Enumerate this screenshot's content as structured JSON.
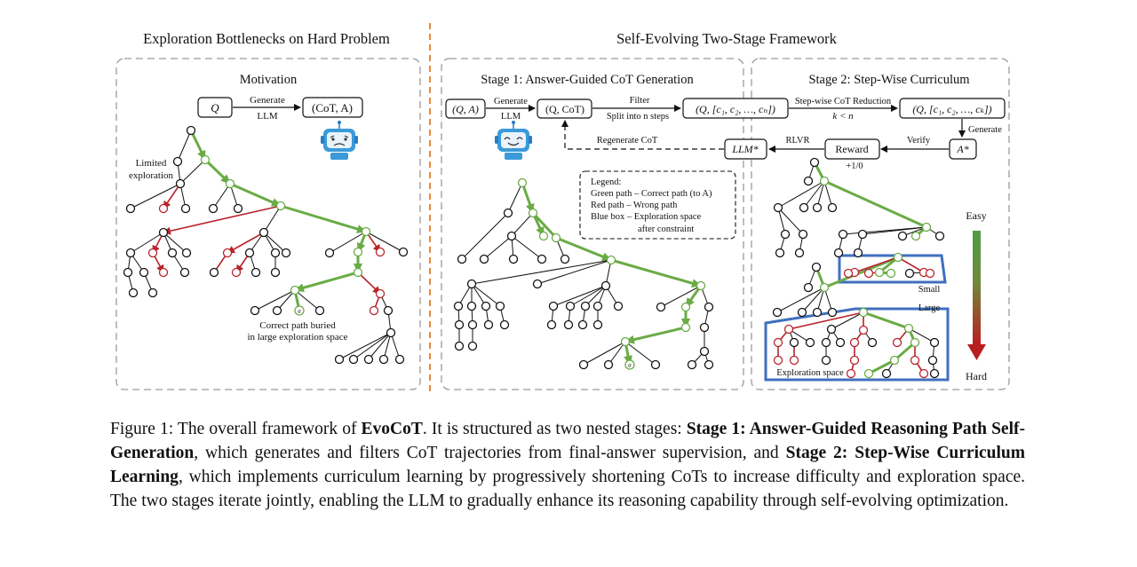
{
  "left_panel": {
    "title": "Exploration Bottlenecks on Hard Problem",
    "subtitle": "Motivation",
    "q_box": "Q",
    "generate_label": "Generate",
    "llm_label": "LLM",
    "output_box": "(CoT, A)",
    "limited_label_1": "Limited",
    "limited_label_2": "exploration",
    "answer_node": "a",
    "buried_label_1": "Correct path buried",
    "buried_label_2": "in large exploration space"
  },
  "right_title": "Self-Evolving Two-Stage Framework",
  "stage1": {
    "title": "Stage 1: Answer-Guided CoT Generation",
    "box_qa": "(Q, A)",
    "generate_label": "Generate",
    "llm_label": "LLM",
    "box_qcot": "(Q, CoT)",
    "filter_label": "Filter",
    "split_label": "Split into n steps",
    "box_steps": "(Q, [c₁, c₂, …, cₙ])",
    "regenerate_label": "Regenerate CoT",
    "llm_star": "LLM*",
    "legend_title": "Legend:",
    "legend_green": "Green path – Correct path (to A)",
    "legend_red": "Red path – Wrong path",
    "legend_blue_1": "Blue box – Exploration space",
    "legend_blue_2": "after constraint",
    "answer_node": "a"
  },
  "stage2": {
    "title": "Stage 2: Step-Wise Curriculum",
    "reduction_label": "Step-wise CoT Reduction",
    "k_label": "k < n",
    "box_k": "(Q, [c₁, c₂, …, cₖ])",
    "generate_label": "Generate",
    "rlvr_label": "RLVR",
    "reward_box": "Reward",
    "reward_values": "+1/0",
    "verify_label": "Verify",
    "a_star": "A*",
    "small_label": "Small",
    "large_label": "Large",
    "exploration_label": "Exploration space",
    "easy_label": "Easy",
    "hard_label": "Hard"
  },
  "caption": {
    "p1": "Figure 1: The overall framework of ",
    "b1": "EvoCoT",
    "p2": ". It is structured as two nested stages: ",
    "b2": "Stage 1: Answer-Guided Reasoning Path Self-Generation",
    "p3": ", which generates and filters CoT trajectories from final-answer supervision, and ",
    "b3": "Stage 2: Step-Wise Curriculum Learning",
    "p4": ", which implements curriculum learning by progressively shortening CoTs to increase difficulty and exploration space. The two stages iterate jointly, enabling the LLM to gradually enhance its reasoning capability through self-evolving optimization."
  },
  "colors": {
    "correct_path": "#6aab46",
    "wrong_path": "#b8232a",
    "exploration_box": "#3f6fc0",
    "panel_border": "#9a9a9a",
    "divider": "#e8893a",
    "robot": "#3b9ad9"
  }
}
